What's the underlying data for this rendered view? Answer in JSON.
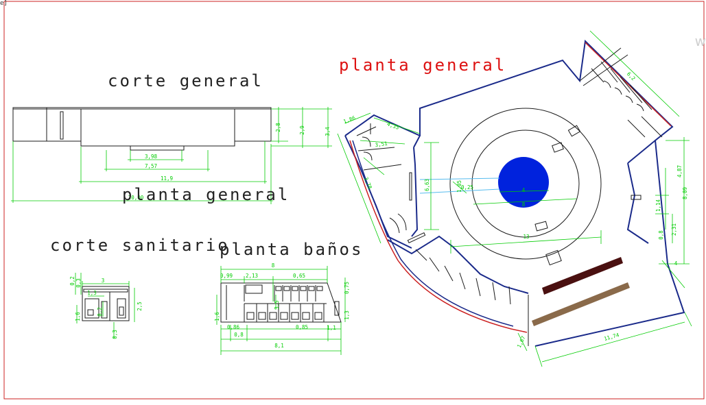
{
  "titles": {
    "corte_general": "corte general",
    "planta_general_left": "planta general",
    "corte_sanitario": "corte sanitario",
    "planta_banos": "planta baños",
    "planta_general_main": "planta general"
  },
  "corner_mark": "e]",
  "watermark": "w",
  "corte_general_dims": {
    "h1": "2,8",
    "h2": "2,9",
    "h3": "3,4",
    "w1": "3,98",
    "w2": "7,57",
    "w3": "11,9",
    "w4": "20,00"
  },
  "corte_sanitario_dims": {
    "top": "3",
    "l1": "0,2",
    "l2": "0,3",
    "inner": "1,3",
    "h_right": "2,5",
    "h_left": "1,6",
    "mid": "0,2",
    "bottom": "0,3"
  },
  "planta_banos_dims": {
    "a": "0,99",
    "b": "2,13",
    "c": "0,65",
    "total_top": "8",
    "r1": "0,75",
    "v1": "3,5",
    "left_h": "1,6",
    "r2": "1,3",
    "b1": "0,86",
    "b2": "0,8",
    "b3": "0,85",
    "b4": "1,1",
    "total_bottom": "8,1"
  },
  "planta_general_dims": {
    "d1": "1,86",
    "d2": "4,35",
    "d3": "3,51",
    "d4": "3,78",
    "d5": "6,63",
    "d6": "1,05",
    "d7": "0,25",
    "d8": "4",
    "d9": "8",
    "d10": "13",
    "d11": "6,2",
    "d12": "4,87",
    "d13": "8,09",
    "d14": "1,14",
    "d15": "2,31",
    "d16": "0,8",
    "d17": "11,74",
    "d18": "1,67",
    "d19": "4"
  },
  "colors": {
    "frame": "#cc2222",
    "wall": "#1a2a8a",
    "dim": "#00cc00",
    "line": "#1a1a1a",
    "pool": "#0022dd",
    "pool_link": "#55bbee",
    "title_red": "#dd1111",
    "bench_dark": "#4a1010",
    "bench_brown": "#8a6a4a"
  }
}
